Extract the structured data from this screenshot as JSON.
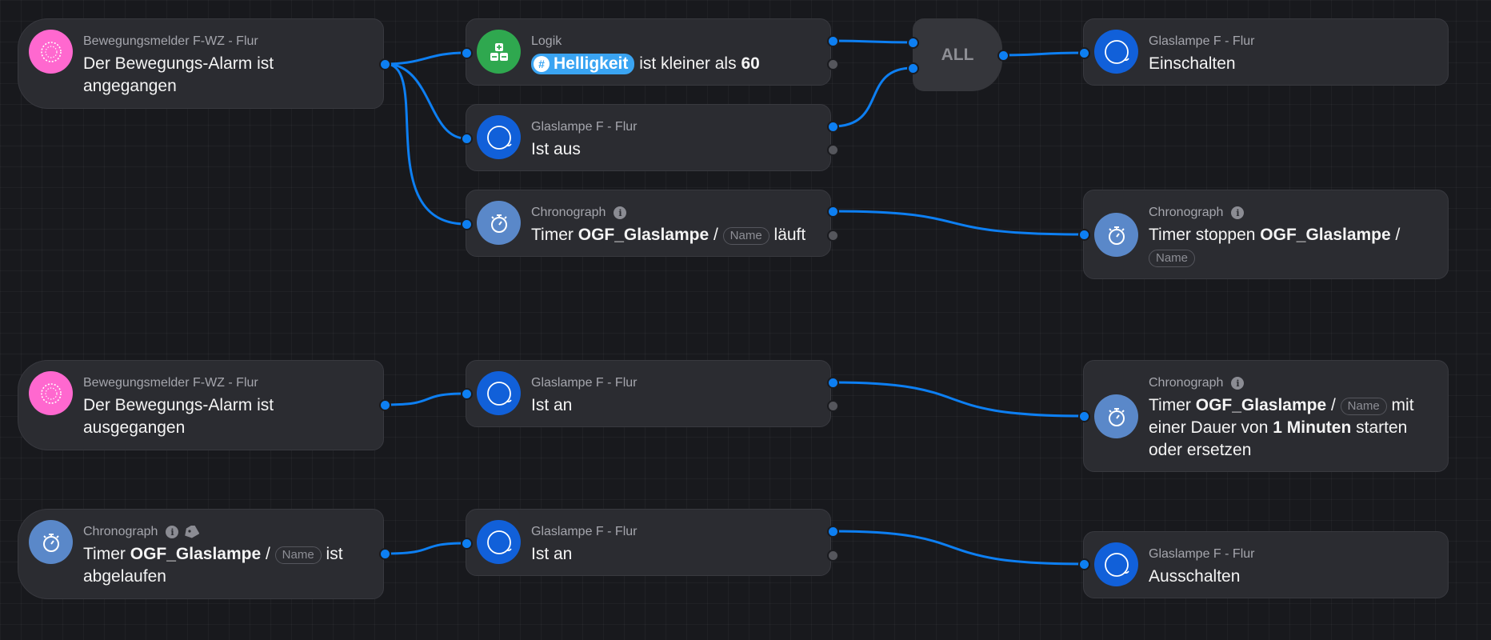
{
  "nodes": {
    "n1": {
      "subtitle": "Bewegungsmelder F-WZ - Flur",
      "line1": "Der Bewegungs-Alarm ist",
      "line2": "angegangen",
      "icon": "motion-sensor-icon"
    },
    "n2": {
      "subtitle": "Logik",
      "tag_symbol": "#",
      "tag": "Helligkeit",
      "text": "ist kleiner als",
      "value": "60",
      "icon": "logic-calculator-icon"
    },
    "n3": {
      "subtitle": "Glaslampe F - Flur",
      "text": "Ist aus",
      "icon": "lamp-icon"
    },
    "n4": {
      "subtitle": "Chronograph",
      "prefix": "Timer",
      "timer": "OGF_Glaslampe",
      "slash": "/",
      "pill": "Name",
      "suffix": "läuft",
      "icon": "stopwatch-icon"
    },
    "all": {
      "label": "ALL"
    },
    "n5": {
      "subtitle": "Glaslampe F - Flur",
      "text": "Einschalten",
      "icon": "lamp-icon"
    },
    "n6": {
      "subtitle": "Chronograph",
      "prefix": "Timer stoppen",
      "timer": "OGF_Glaslampe",
      "slash": "/",
      "pill": "Name",
      "icon": "stopwatch-icon"
    },
    "n7": {
      "subtitle": "Bewegungsmelder F-WZ - Flur",
      "line1": "Der Bewegungs-Alarm ist",
      "line2": "ausgegangen",
      "icon": "motion-sensor-icon"
    },
    "n8": {
      "subtitle": "Glaslampe F - Flur",
      "text": "Ist an",
      "icon": "lamp-icon"
    },
    "n9": {
      "subtitle": "Chronograph",
      "prefix": "Timer",
      "timer": "OGF_Glaslampe",
      "slash": "/",
      "pill": "Name",
      "mid": "mit",
      "line2a": "einer Dauer von",
      "duration": "1",
      "unit": "Minuten",
      "line2b": "starten",
      "line3": "oder ersetzen",
      "icon": "stopwatch-icon"
    },
    "n10": {
      "subtitle": "Chronograph",
      "prefix": "Timer",
      "timer": "OGF_Glaslampe",
      "slash": "/",
      "pill": "Name",
      "suffix": "ist",
      "line2": "abgelaufen",
      "icon": "stopwatch-icon"
    },
    "n11": {
      "subtitle": "Glaslampe F - Flur",
      "text": "Ist an",
      "icon": "lamp-icon"
    },
    "n12": {
      "subtitle": "Glaslampe F - Flur",
      "text": "Ausschalten",
      "icon": "lamp-icon"
    }
  },
  "colors": {
    "background": "#18191d",
    "card": "#2b2c31",
    "wire": "#0d7ff2",
    "motion": "#ff68cf",
    "logic": "#2fa84f",
    "lamp": "#1160d9",
    "chrono": "#5a88c9",
    "tag": "#3aa4f2"
  }
}
